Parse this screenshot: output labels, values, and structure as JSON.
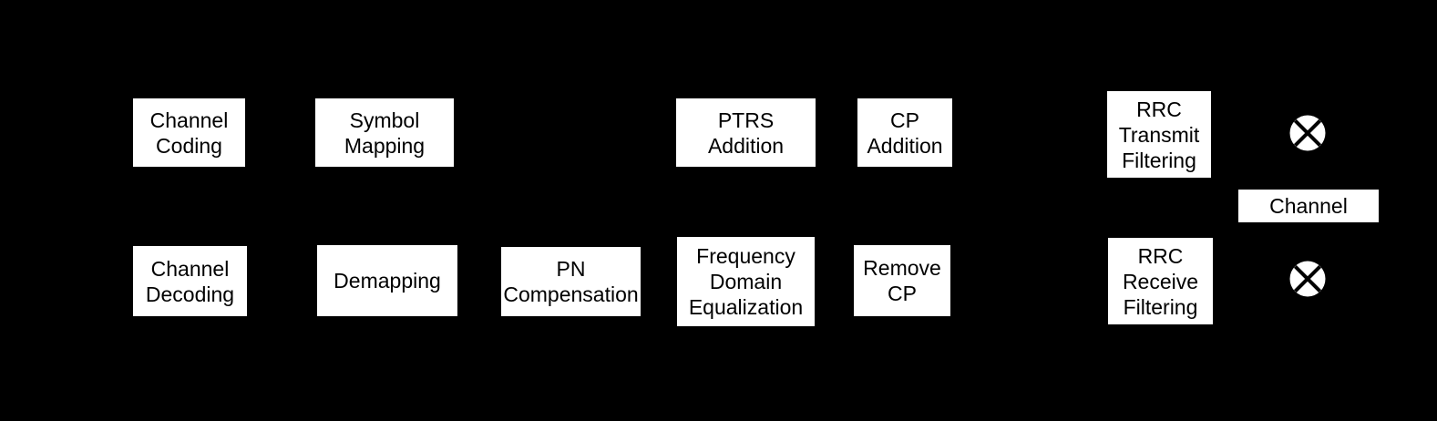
{
  "colors": {
    "background": "#000000",
    "block_fill": "#ffffff",
    "block_text": "#000000",
    "mixer_fill": "#ffffff",
    "mixer_cross": "#000000"
  },
  "tx_chain": {
    "channel_coding": {
      "label": "Channel\nCoding"
    },
    "symbol_mapping": {
      "label": "Symbol\nMapping"
    },
    "ptrs_addition": {
      "label": "PTRS\nAddition"
    },
    "cp_addition": {
      "label": "CP\nAddition"
    },
    "rrc_transmit_filtering": {
      "label": "RRC\nTransmit\nFiltering"
    }
  },
  "channel": {
    "label": "Channel"
  },
  "rx_chain": {
    "channel_decoding": {
      "label": "Channel\nDecoding"
    },
    "demapping": {
      "label": "Demapping"
    },
    "pn_compensation": {
      "label": "PN\nCompensation"
    },
    "frequency_domain_equalization": {
      "label": "Frequency\nDomain\nEqualization"
    },
    "remove_cp": {
      "label": "Remove\nCP"
    },
    "rrc_receive_filtering": {
      "label": "RRC\nReceive\nFiltering"
    }
  },
  "icons": {
    "tx_mixer": "multiplier-circle-x",
    "rx_mixer": "multiplier-circle-x"
  }
}
